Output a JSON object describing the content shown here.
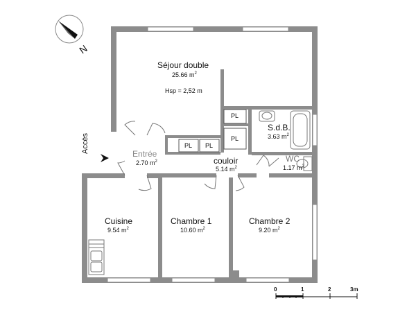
{
  "rooms": {
    "sejour": {
      "name": "Séjour double",
      "area": "25.66 m",
      "sup": "2",
      "ceiling": "Hsp = 2,52 m"
    },
    "sdb": {
      "name": "S.d.B.",
      "area": "3.63 m",
      "sup": "2"
    },
    "entree": {
      "name": "Entrée",
      "area": "2.70 m",
      "sup": "2"
    },
    "couloir": {
      "name": "couloir",
      "area": "5.14 m",
      "sup": "2"
    },
    "wc": {
      "name": "WC",
      "area": "1.17 m",
      "sup": "2"
    },
    "cuisine": {
      "name": "Cuisine",
      "area": "9.54 m",
      "sup": "2"
    },
    "chambre1": {
      "name": "Chambre 1",
      "area": "10.60 m",
      "sup": "2"
    },
    "chambre2": {
      "name": "Chambre 2",
      "area": "9.20 m",
      "sup": "2"
    }
  },
  "closets": [
    "PL",
    "PL",
    "PL",
    "PL",
    "PL"
  ],
  "access_label": "Accès",
  "north_label": "N",
  "scale": {
    "ticks": [
      "0",
      "1",
      "2",
      "3m"
    ]
  }
}
